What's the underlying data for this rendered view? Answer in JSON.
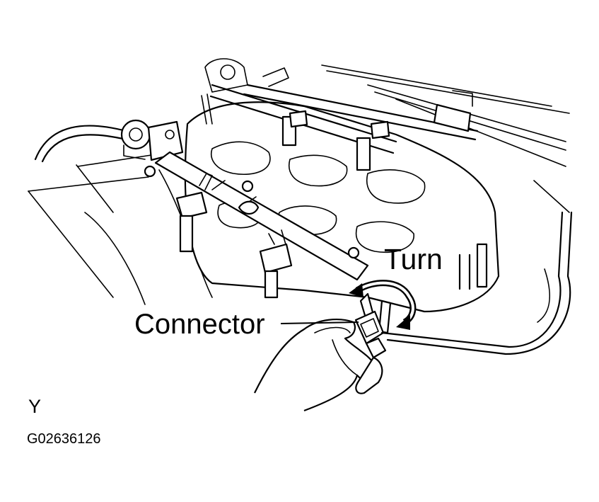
{
  "labels": {
    "turn": "Turn",
    "connector": "Connector",
    "view_marker": "Y",
    "figure_id": "G02636126"
  },
  "colors": {
    "line": "#000000",
    "background": "#ffffff"
  },
  "icons": {
    "rotation_arrow": "curved-double-arrow-icon"
  }
}
